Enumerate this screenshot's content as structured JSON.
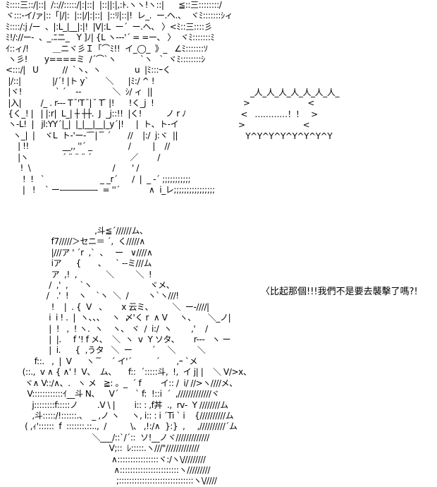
{
  "panel_top": {
    "face_art": "ﾐ::::三::/|::|  /:://:::::/|:|::|  |::||:|,:ﾄ.ヽヽ!ヽ::|      ≦::三::::::::/\nヾ:::-イ/ァ|::「|/|:  |::|/|:|::|  |::ﾘ|::|!  レ_.  ー.ヘ.、  ヾﾐ:::::::ｼィ\nﾐ::::/:j /ー  、|:L_|__|:|!  |V|:L  ー´  ー.ヘ、 〉<ﾐ::三::::彡\nﾐ!/://ー-  、_.ﾆニ_   Y ]ﾉ| {L ヽ---'´ = =ー、 〉  ヾﾐ:::::::ﾐ\nｲ::ィ/!          ＿ニヾ彡Ｉ「⌒ﾐ!!  イ_◯_  》_   ∠ﾐ:::::::ｿ\n ヽ彡!       y====ミ  /´⌒`ヽ          `ヽ   `  ヾﾐ::::::::ｼ\n<:::/|   U          //  `ヽ、ヽ              u  |ﾐ:::ｰく\n |/::|             |/´! |ト y`       ＼      |ﾐ:/ ^ !\n |ヾ!              ` ´    ‐-             ＼  ｼ/ ィ  ||\n |入|        /_ . r--‐ T  ̄'T  ̄|  ̄ T ̄ |!      !く_j  !\n {く_! |   | |:r|  L_| ┼ ┼┼.  J  _j::!!  |く!          ノ r ﾉ\n ヽ-L!  |   jl:YY´|_|  |_|__|__|_y´|!     |  ト、ト-イ\n   ヽ_|  |    ヾL  ト-'ー-¨ ̄ ̄|  ̄ ̄ ´       //    |:/  j:ヾ  ||\n     | !!              __,, ''´ _               /         |    //\n     |ヽ              ´ ¨ ¨ ¨ ´                ／        /\n      !  \\                                  /       ' /\n       !  !   `                       _ _r´      /  |  _ -´ ;;;;;;;;;;;\n       |   !    ` ー-――――-  = ''´            ∧  i_レ;;;;;;;;;;;;;;;;",
    "bubble_art": "     _人_人_人_人_人_人_人_\n  >                        <\n <   …………！！   >\n>                        <\n   Y^Y^Y^Y^Y^Y^Y^Y"
  },
  "panel_bottom": {
    "figure_art": "                                  ,斗≦´//////ム、\n                f7/////＞セニ＝ ´,  く/////∧\n                |///ア ' ´r  ,`  、   ー   ∨////∧\n                iア      {       、    ` ‐-ミ///ム\n                ア  ,!  ,            ＼         ＼  !\n               /  ,'  ,     `ヽ                        ヾメ、\n              /   .'  !    ヽ    `ヽ  ＼  /        ヽ`ヽ///!\n                !    |  . {  V   、      x 云ミ、        ＼  ー-////|\n               i  i ! .  |  ヽ、、、   ヽ  〆'く r  ∧ V     ヽ、     ＼_ノ|\n               |  !   ,  ! ヽ.  ヽ    ヽ、 ヾ  /  i:/  ヽ        ,'    /\n               |  |.     f '! f メ、  ＼  ヽ  v  Y ソタ、      r---   ヽ ー\n               |  i.      {  ,うタ   ＼  ー        ´     ＼         ＼\n         f::.   ,  |  V      ヽ  ̄ ̄    ´ イ'´          ´       ,ｰ `メ\n    (::.,  v ∧ { ∧' !  V、  ム、     f::  ´:::::斗,  !,  イ j| |    ＼ V/>x、\n     ヾ∧ V::/∧、.   ヽ メ   ≧: 。_  ´ f        イ:: /  ⅰ/ //>ヽ////メ、\n      V::::::::::::ｲ__斗 N、    V´       ` f:  !::i  ´  ,/////////////ヾ\n        j::::::::f:::::ノ        .V \\ |        i:: : ,f丼  .,  rv‐  Y ////////ム\n        ,斗:::::/!::::::.、  _ ,ノ ヽ     ヽ, i:: : i ´Ti ` i    {//////////ム\n     ( ,ｨ'::::::  f  :::::::.::..,  /          \\、 ,!:/∧  }:}  ,     ,//////////´ム\n                                 ＼___/::`/´::  ソ!__ノヾ/////////////\n                                        V;::  ﾚ:::::.ヽ///\"/////////////\n                                         ∧::::::::::::::::ヾ:/ヽ\\/////////\n                                          ∧:::::::::::::::::::::::ヽ/////////\n                                           ;:::::::::::::::::::::::::::::ヽ\\/////",
    "caption": "〈比起那個!!!我們不是要去襲擊了嗎?!"
  }
}
